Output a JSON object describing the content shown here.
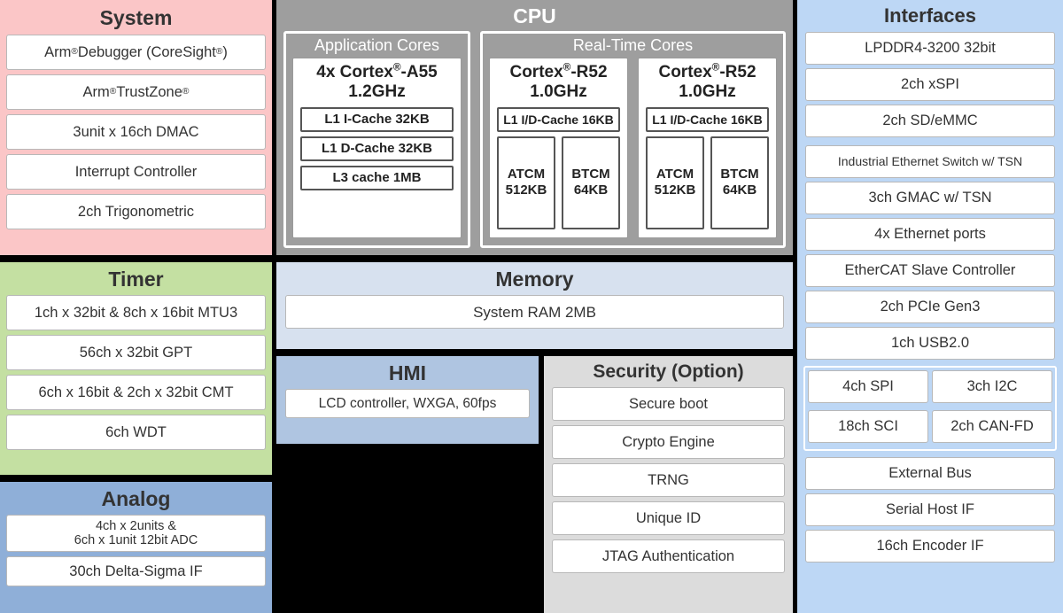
{
  "system": {
    "title": "System",
    "color": "#FBC6C7",
    "items": [
      {
        "html": "Arm<sup>®</sup> Debugger (CoreSight<sup>®</sup>)"
      },
      {
        "html": "Arm<sup>®</sup> TrustZone<sup>®</sup>"
      },
      {
        "html": "3unit x 16ch DMAC"
      },
      {
        "html": "Interrupt Controller"
      },
      {
        "html": "2ch Trigonometric"
      }
    ]
  },
  "timer": {
    "title": "Timer",
    "color": "#C4E0A2",
    "items": [
      {
        "html": "1ch x 32bit &amp; 8ch x 16bit MTU3"
      },
      {
        "html": "56ch x 32bit GPT"
      },
      {
        "html": "6ch x 16bit &amp; 2ch x 32bit CMT"
      },
      {
        "html": "6ch WDT"
      }
    ]
  },
  "analog": {
    "title": "Analog",
    "color": "#8FAFD8",
    "adc_line1": "4ch x 2units &",
    "adc_line2": "6ch x 1unit 12bit ADC",
    "delta_sigma": "30ch Delta-Sigma IF"
  },
  "cpu": {
    "title": "CPU",
    "color": "#9E9E9E",
    "application_cores": {
      "panel_title": "Application Cores",
      "core_name_line1_html": "4x Cortex<sup>®</sup>-A55",
      "core_name_line2": "1.2GHz",
      "caches": [
        "L1 I-Cache 32KB",
        "L1 D-Cache 32KB",
        "L3 cache 1MB"
      ]
    },
    "real_time_cores": {
      "panel_title": "Real-Time Cores",
      "cores": [
        {
          "name_line1_html": "Cortex<sup>®</sup>-R52",
          "name_line2": "1.0GHz",
          "l1": "L1 I/D-Cache 16KB",
          "tcm": [
            {
              "name": "ATCM",
              "size": "512KB"
            },
            {
              "name": "BTCM",
              "size": "64KB"
            }
          ]
        },
        {
          "name_line1_html": "Cortex<sup>®</sup>-R52",
          "name_line2": "1.0GHz",
          "l1": "L1 I/D-Cache 16KB",
          "tcm": [
            {
              "name": "ATCM",
              "size": "512KB"
            },
            {
              "name": "BTCM",
              "size": "64KB"
            }
          ]
        }
      ]
    }
  },
  "memory": {
    "title": "Memory",
    "color": "#D7E1EF",
    "items": [
      {
        "html": "System RAM 2MB"
      }
    ]
  },
  "hmi": {
    "title": "HMI",
    "color": "#AFC5E1",
    "items": [
      {
        "html": "LCD controller, WXGA, 60fps"
      }
    ]
  },
  "security": {
    "title": "Security (Option)",
    "color": "#DCDCDC",
    "items": [
      {
        "html": "Secure boot"
      },
      {
        "html": "Crypto Engine"
      },
      {
        "html": "TRNG"
      },
      {
        "html": "Unique ID"
      },
      {
        "html": "JTAG Authentication"
      }
    ]
  },
  "interfaces": {
    "title": "Interfaces",
    "color": "#BDD7F5",
    "group_memory": [
      {
        "html": "LPDDR4-3200 32bit"
      },
      {
        "html": "2ch xSPI"
      },
      {
        "html": "2ch SD/eMMC"
      }
    ],
    "group_network": [
      {
        "html": "Industrial Ethernet Switch w/ TSN",
        "small": true
      },
      {
        "html": "3ch GMAC w/ TSN"
      },
      {
        "html": "4x Ethernet ports"
      },
      {
        "html": "EtherCAT Slave Controller"
      },
      {
        "html": "2ch PCIe Gen3"
      },
      {
        "html": "1ch USB2.0"
      }
    ],
    "group_serial": [
      {
        "html": "4ch SPI"
      },
      {
        "html": "3ch I2C"
      },
      {
        "html": "18ch SCI"
      },
      {
        "html": "2ch CAN-FD"
      }
    ],
    "group_misc": [
      {
        "html": "External Bus"
      },
      {
        "html": "Serial Host IF"
      },
      {
        "html": "16ch Encoder IF"
      }
    ]
  }
}
